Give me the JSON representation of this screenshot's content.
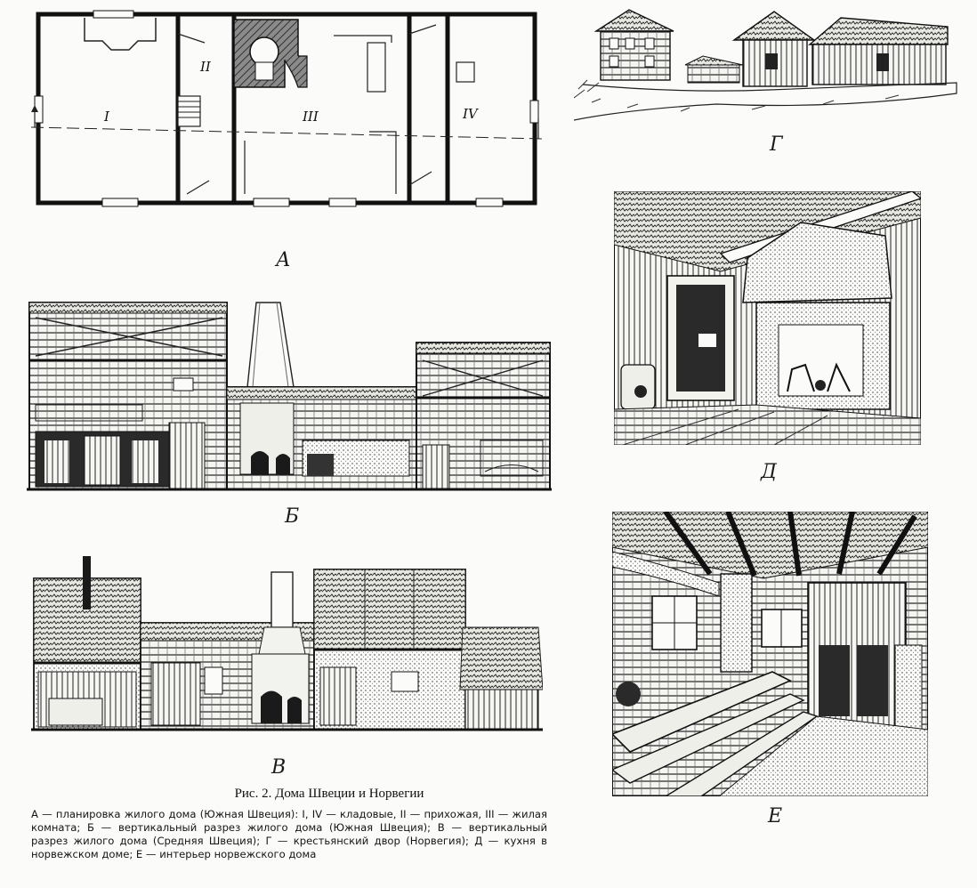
{
  "labels": {
    "a": "А",
    "b": "Б",
    "v": "В",
    "g": "Г",
    "d": "Д",
    "e": "Е"
  },
  "plan_rooms": {
    "r1": "I",
    "r2": "II",
    "r3": "III",
    "r4": "IV"
  },
  "caption": {
    "title": "Рис. 2. Дома Швеции и Норвегии",
    "body": "А — планировка жилого дома (Южная Швеция): I, IV — кладовые, II — прихожая, III — жилая комната; Б — вертикальный разрез жилого дома (Южная Швеция); В — вертикальный разрез жилого дома (Средняя Швеция); Г — крестьянский двор (Норвегия); Д — кухня в норвежском доме; Е — интерьер норвежского дома"
  },
  "colors": {
    "ink": "#141414",
    "paper": "#fbfbf9",
    "hatch": "#555555"
  }
}
